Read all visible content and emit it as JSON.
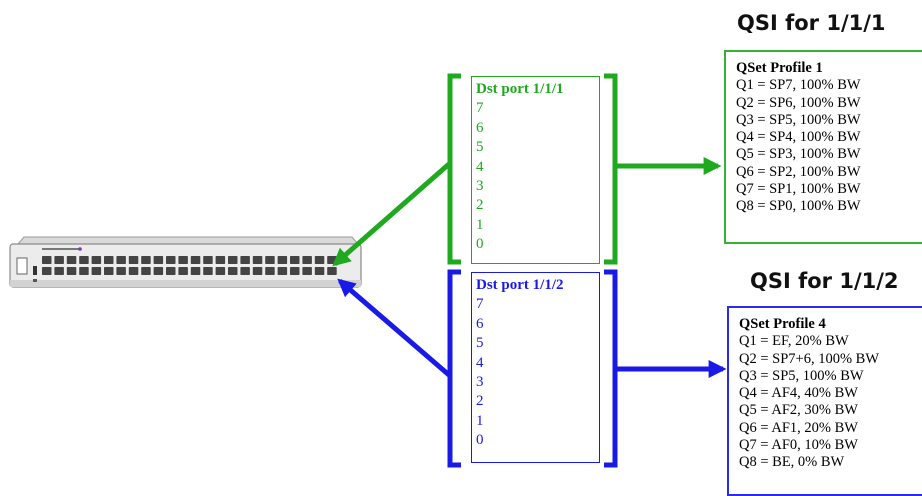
{
  "colors": {
    "port1": "#1fa91f",
    "port2": "#1a1ae6",
    "profile1_border": "#33b233",
    "profile2_border": "#2a2af0"
  },
  "switch": {
    "icon": "network-switch-icon"
  },
  "port1": {
    "title": "Dst port 1/1/1",
    "priorities": [
      "7",
      "6",
      "5",
      "4",
      "3",
      "2",
      "1",
      "0"
    ]
  },
  "port2": {
    "title": "Dst port 1/1/2",
    "priorities": [
      "7",
      "6",
      "5",
      "4",
      "3",
      "2",
      "1",
      "0"
    ]
  },
  "qsi1": {
    "heading": "QSI for 1/1/1",
    "profile_title": "QSet Profile 1",
    "queues": [
      "Q1 = SP7, 100% BW",
      "Q2 = SP6, 100% BW",
      "Q3 = SP5, 100% BW",
      "Q4 = SP4, 100% BW",
      "Q5 = SP3, 100% BW",
      "Q6 = SP2, 100% BW",
      "Q7 = SP1, 100% BW",
      "Q8 = SP0, 100% BW"
    ]
  },
  "qsi2": {
    "heading": "QSI for 1/1/2",
    "profile_title": "QSet Profile 4",
    "queues": [
      "Q1 = EF, 20% BW",
      "Q2 = SP7+6, 100% BW",
      "Q3 = SP5, 100% BW",
      "Q4 = AF4, 40% BW",
      "Q5 = AF2, 30% BW",
      "Q6 = AF1, 20% BW",
      "Q7 = AF0, 10% BW",
      "Q8 = BE, 0% BW"
    ]
  }
}
